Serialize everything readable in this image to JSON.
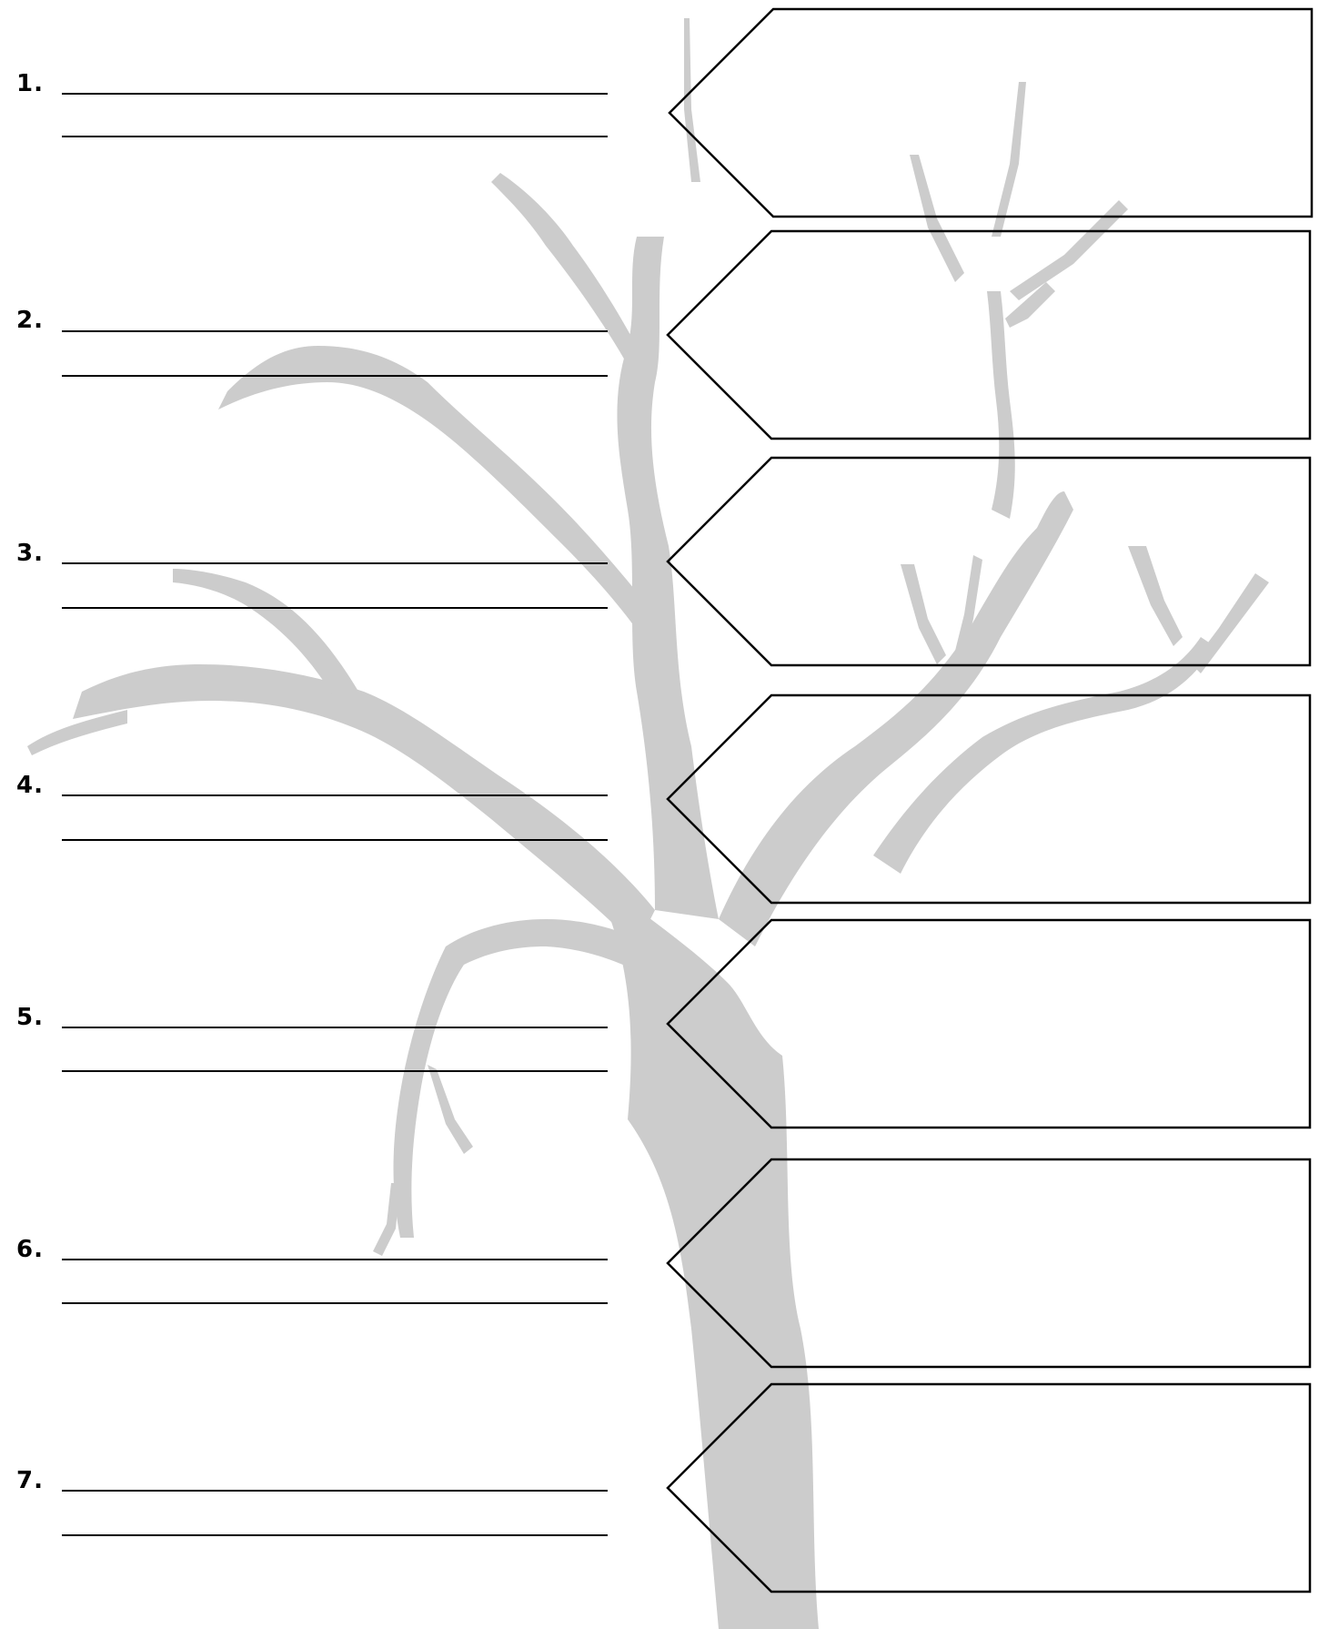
{
  "worksheet": {
    "rows": [
      {
        "number": "1."
      },
      {
        "number": "2."
      },
      {
        "number": "3."
      },
      {
        "number": "4."
      },
      {
        "number": "5."
      },
      {
        "number": "6."
      },
      {
        "number": "7."
      }
    ],
    "colors": {
      "tree": "#cccccc",
      "lines": "#000000",
      "background": "#ffffff"
    },
    "icons": {
      "background": "tree-silhouette-icon",
      "tag": "arrow-tag-box"
    }
  }
}
